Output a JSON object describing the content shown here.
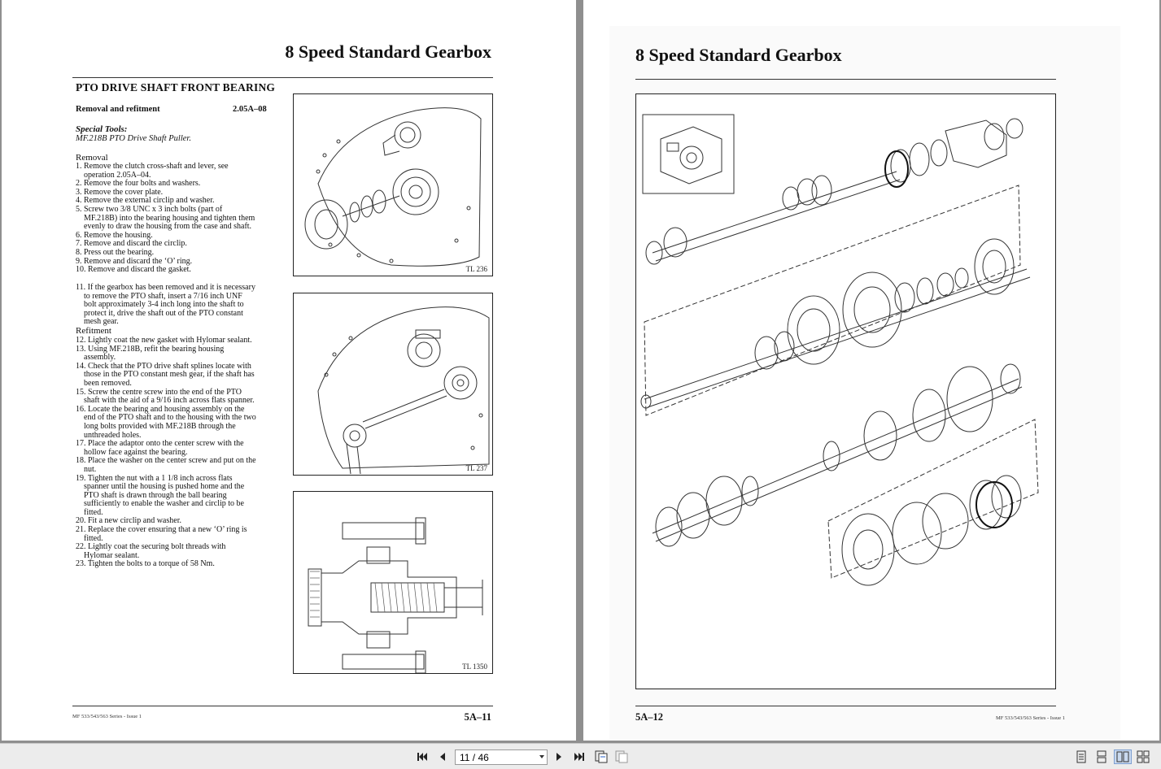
{
  "left_page": {
    "header_title": "8 Speed Standard Gearbox",
    "section_title": "PTO DRIVE SHAFT FRONT BEARING",
    "subsection_label": "Removal and refitment",
    "subsection_code": "2.05A–08",
    "special_tools_label": "Special Tools:",
    "special_tools_text": "MF.218B PTO Drive Shaft Puller.",
    "removal_heading": "Removal",
    "removal_steps": [
      "1. Remove the clutch cross-shaft and lever, see operation 2.05A–04.",
      "2. Remove the four bolts and washers.",
      "3. Remove the cover plate.",
      "4. Remove the external circlip and washer.",
      "5. Screw two 3/8 UNC x 3 inch bolts (part of MF.218B) into the bearing housing and tighten them evenly to draw the housing from the case and shaft.",
      "6. Remove the housing.",
      "7. Remove and discard the circlip.",
      "8. Press out the bearing.",
      "9. Remove and discard the ‘O’ ring.",
      "10. Remove and discard the gasket."
    ],
    "step_11": "11. If the gearbox has been removed and it is necessary to remove the PTO shaft, insert a 7/16 inch UNF bolt approximately 3-4 inch long into the shaft to protect it, drive the shaft out of the PTO constant mesh gear.",
    "refitment_heading": "Refitment",
    "refitment_steps": [
      "12. Lightly coat the new gasket with Hylomar sealant.",
      "13. Using MF.218B, refit the bearing housing assembly.",
      "14. Check that the PTO drive shaft splines locate with those in the PTO constant mesh gear, if the shaft has been removed.",
      "15. Screw the centre screw into the end of the PTO shaft with the aid of a 9/16 inch across flats spanner.",
      "16. Locate the bearing and housing assembly on the end of the PTO shaft and to the housing with the two long bolts provided with MF.218B through the unthreaded holes.",
      "17. Place the adaptor onto the center screw with the hollow face against the bearing.",
      "18. Place the washer on the center screw and put on the nut.",
      "19. Tighten the nut with a 1 1/8 inch across flats spanner until the housing is pushed home and the PTO shaft is drawn through the ball bearing sufficiently to enable the washer and circlip to be fitted.",
      "20. Fit a new circlip and washer.",
      "21. Replace the cover ensuring that a new ‘O’ ring is fitted.",
      "22. Lightly coat the securing bolt threads with Hylomar sealant.",
      "23. Tighten the bolts to a torque of 58 Nm."
    ],
    "figures": [
      "TL 236",
      "TL 237",
      "TL 1350"
    ],
    "footer_series": "MF 533/543/563 Series - Issue 1",
    "footer_page": "5A–11"
  },
  "right_page": {
    "header_title": "8 Speed Standard Gearbox",
    "footer_page": "5A–12",
    "footer_series": "MF 533/543/563 Series - Issue 1"
  },
  "toolbar": {
    "page_indicator": "11 / 46",
    "icons": [
      "first-page-icon",
      "prev-page-icon",
      "next-page-icon",
      "last-page-icon",
      "fit-page-icon",
      "fit-width-icon",
      "single-page-icon",
      "continuous-icon",
      "two-page-icon",
      "two-page-continuous-icon"
    ]
  }
}
